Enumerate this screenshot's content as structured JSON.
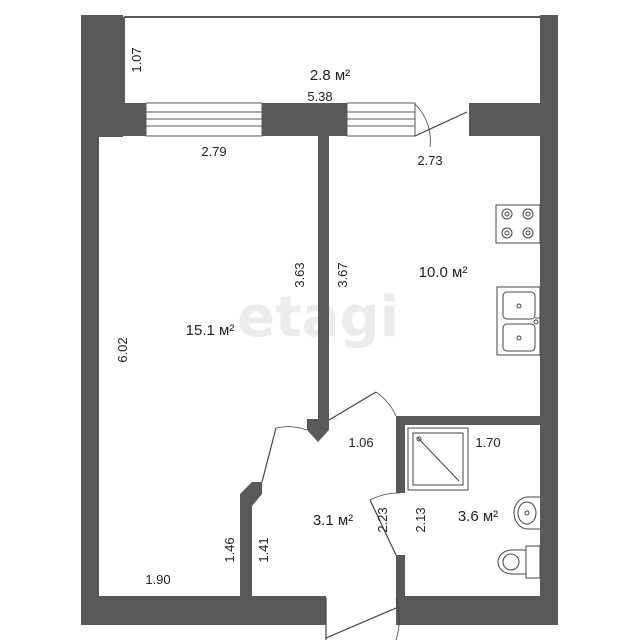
{
  "watermark": "etagi",
  "colors": {
    "wall": "#58595b",
    "line": "#444444",
    "background": "#ffffff"
  },
  "rooms": {
    "balcony": {
      "area": "2.8 м²"
    },
    "living_room": {
      "area": "15.1 м²"
    },
    "kitchen": {
      "area": "10.0 м²"
    },
    "hallway": {
      "area": "3.1 м²"
    },
    "bathroom": {
      "area": "3.6 м²"
    }
  },
  "dimensions": {
    "balcony_depth": "1.07",
    "balcony_width": "5.38",
    "living_width": "2.79",
    "kitchen_width": "2.73",
    "living_partition": "3.63",
    "kitchen_partition": "3.67",
    "living_length": "6.02",
    "hall_width": "1.06",
    "bath_width": "1.70",
    "hall_wall_2_23": "2.23",
    "bath_height": "2.13",
    "hall_left_1_46": "1.46",
    "hall_left_1_41": "1.41",
    "living_bottom": "1.90"
  },
  "fixtures": [
    "stove-icon",
    "double-sink-icon",
    "shower-tray-icon",
    "washbasin-icon",
    "toilet-icon"
  ]
}
